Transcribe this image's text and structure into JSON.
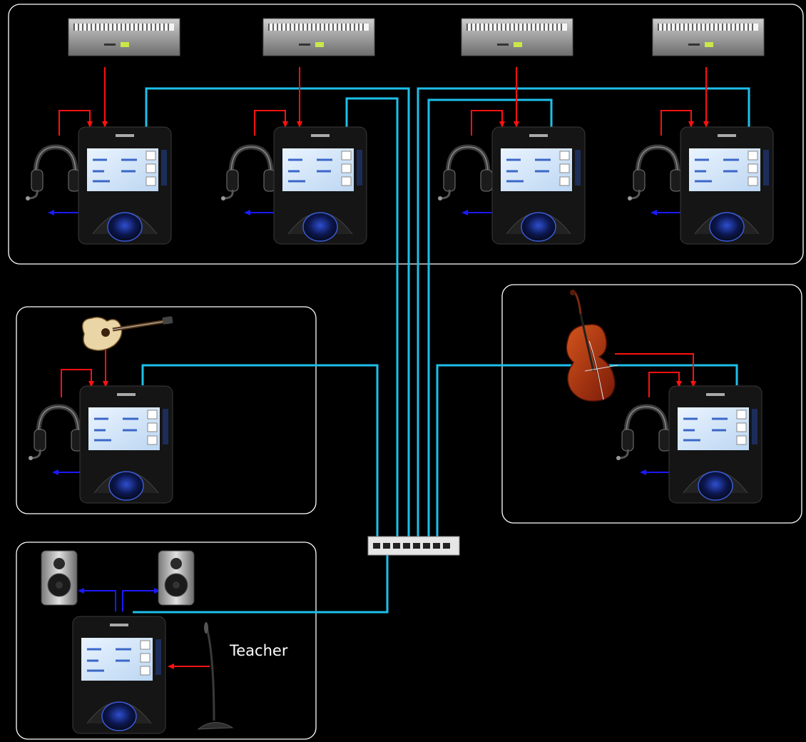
{
  "labels": {
    "teacher": "Teacher"
  },
  "colors": {
    "background": "#000000",
    "group_border": "#ffffff",
    "network_cable": "#1ec0ea",
    "audio_input": "#ff1111",
    "audio_output": "#1a1aff"
  },
  "groups": [
    {
      "name": "keyboard-students",
      "stations": 4,
      "instrument": "keyboard"
    },
    {
      "name": "guitar-student",
      "stations": 1,
      "instrument": "acoustic-guitar"
    },
    {
      "name": "cello-student",
      "stations": 1,
      "instrument": "double-bass"
    },
    {
      "name": "teacher",
      "stations": 1,
      "instrument": "gooseneck-microphone",
      "outputs": "studio-monitors"
    }
  ],
  "network": {
    "device": "ethernet-switch"
  }
}
